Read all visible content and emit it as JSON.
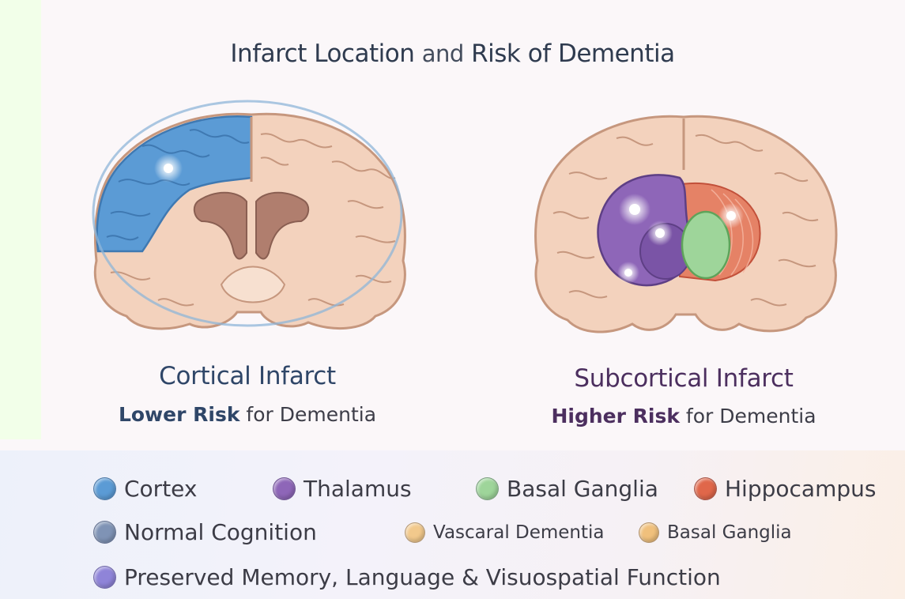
{
  "title": {
    "part1": "Infarct Location",
    "part2": "and",
    "part3": "Risk of Dementia"
  },
  "cortical": {
    "title": "Cortical Infarct",
    "risk_bold": "Lower Risk",
    "risk_rest": "for Dementia"
  },
  "subcortical": {
    "title": "Subcortical Infarct",
    "risk_bold": "Higher Risk",
    "risk_rest": "for Dementia"
  },
  "legend": {
    "row1": [
      {
        "label": "Cortex",
        "color": "#5b9bd5"
      },
      {
        "label": "Thalamus",
        "color": "#8e66b8"
      },
      {
        "label": "Basal Ganglia",
        "color": "#9ed59a"
      },
      {
        "label": "Hippocampus",
        "color": "#e0674a"
      }
    ],
    "row2": [
      {
        "label": "Normal Cognition",
        "color": "#7f93b5"
      },
      {
        "label": "Vascaral Dementia",
        "color": "#f2c98c"
      },
      {
        "label": "Basal Ganglia",
        "color": "#f0c07c"
      }
    ],
    "row3": [
      {
        "label": "Preserved Memory, Language & Visuospatial Function",
        "color": "#8f84d8"
      }
    ]
  },
  "colors": {
    "brain_tissue": "#f3d2bd",
    "brain_outline": "#c6977e",
    "cortex_highlight": "#5b9bd5",
    "thalamus": "#8e66b8",
    "basal_ganglia": "#9ed59a",
    "hippocampus": "#e0674a",
    "ventricle": "#b07e6e"
  }
}
